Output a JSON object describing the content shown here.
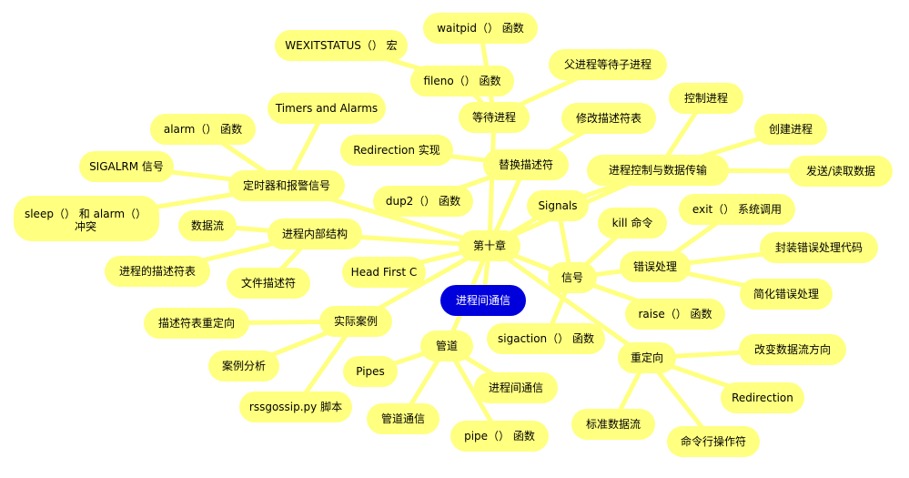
{
  "colors": {
    "node_fill": "#ffff80",
    "edge": "#ffff80",
    "central_fill": "#0000dd",
    "central_text": "#ffffff",
    "text": "#000000"
  },
  "central": "进程间通信",
  "root": "第十章",
  "nodes": {
    "n1": "第十章",
    "n2": "等待进程",
    "n3": "waitpid（） 函数",
    "n4": "WEXITSTATUS（） 宏",
    "n5": "fileno（） 函数",
    "n6": "父进程等待子进程",
    "n7": "替换描述符",
    "n8": "修改描述符表",
    "n9": "Redirection 实现",
    "n10": "dup2（） 函数",
    "n11": "进程控制与数据传输",
    "n12": "控制进程",
    "n13": "创建进程",
    "n14": "发送/读取数据",
    "n15": "定时器和报警信号",
    "n16": "Timers and Alarms",
    "n17": "alarm（） 函数",
    "n18": "SIGALRM 信号",
    "n19a": "sleep（） 和 alarm（）",
    "n19b": "冲突",
    "n20": "进程内部结构",
    "n21": "数据流",
    "n22": "进程的描述符表",
    "n23": "文件描述符",
    "n24": "Signals",
    "n25": "信号",
    "n26": "kill 命令",
    "n27": "错误处理",
    "n28": "exit（） 系统调用",
    "n29": "封装错误处理代码",
    "n30": "简化错误处理",
    "n31": "raise（） 函数",
    "n32": "sigaction（） 函数",
    "n33": "重定向",
    "n34": "改变数据流方向",
    "n35": "Redirection",
    "n36": "命令行操作符",
    "n37": "标准数据流",
    "n38": "Head First C",
    "n39": "实际案例",
    "n40": "描述符表重定向",
    "n41": "案例分析",
    "n42": "rssgossip.py 脚本",
    "n43": "管道",
    "n44": "Pipes",
    "n45": "进程间通信",
    "n46": "管道通信",
    "n47": "pipe（） 函数"
  }
}
